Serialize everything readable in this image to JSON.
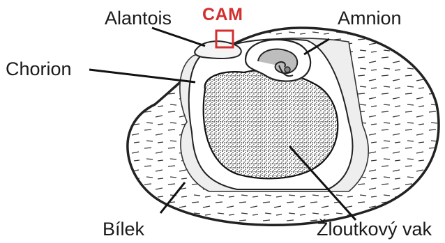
{
  "labels": {
    "alantois": "Alantois",
    "cam": "CAM",
    "amnion": "Amnion",
    "chorion": "Chorion",
    "bilek": "Bílek",
    "zloutkovy_vak": "Žloutkový vak"
  },
  "colors": {
    "cam": "#d32f2f",
    "ink": "#1a1a1a"
  }
}
